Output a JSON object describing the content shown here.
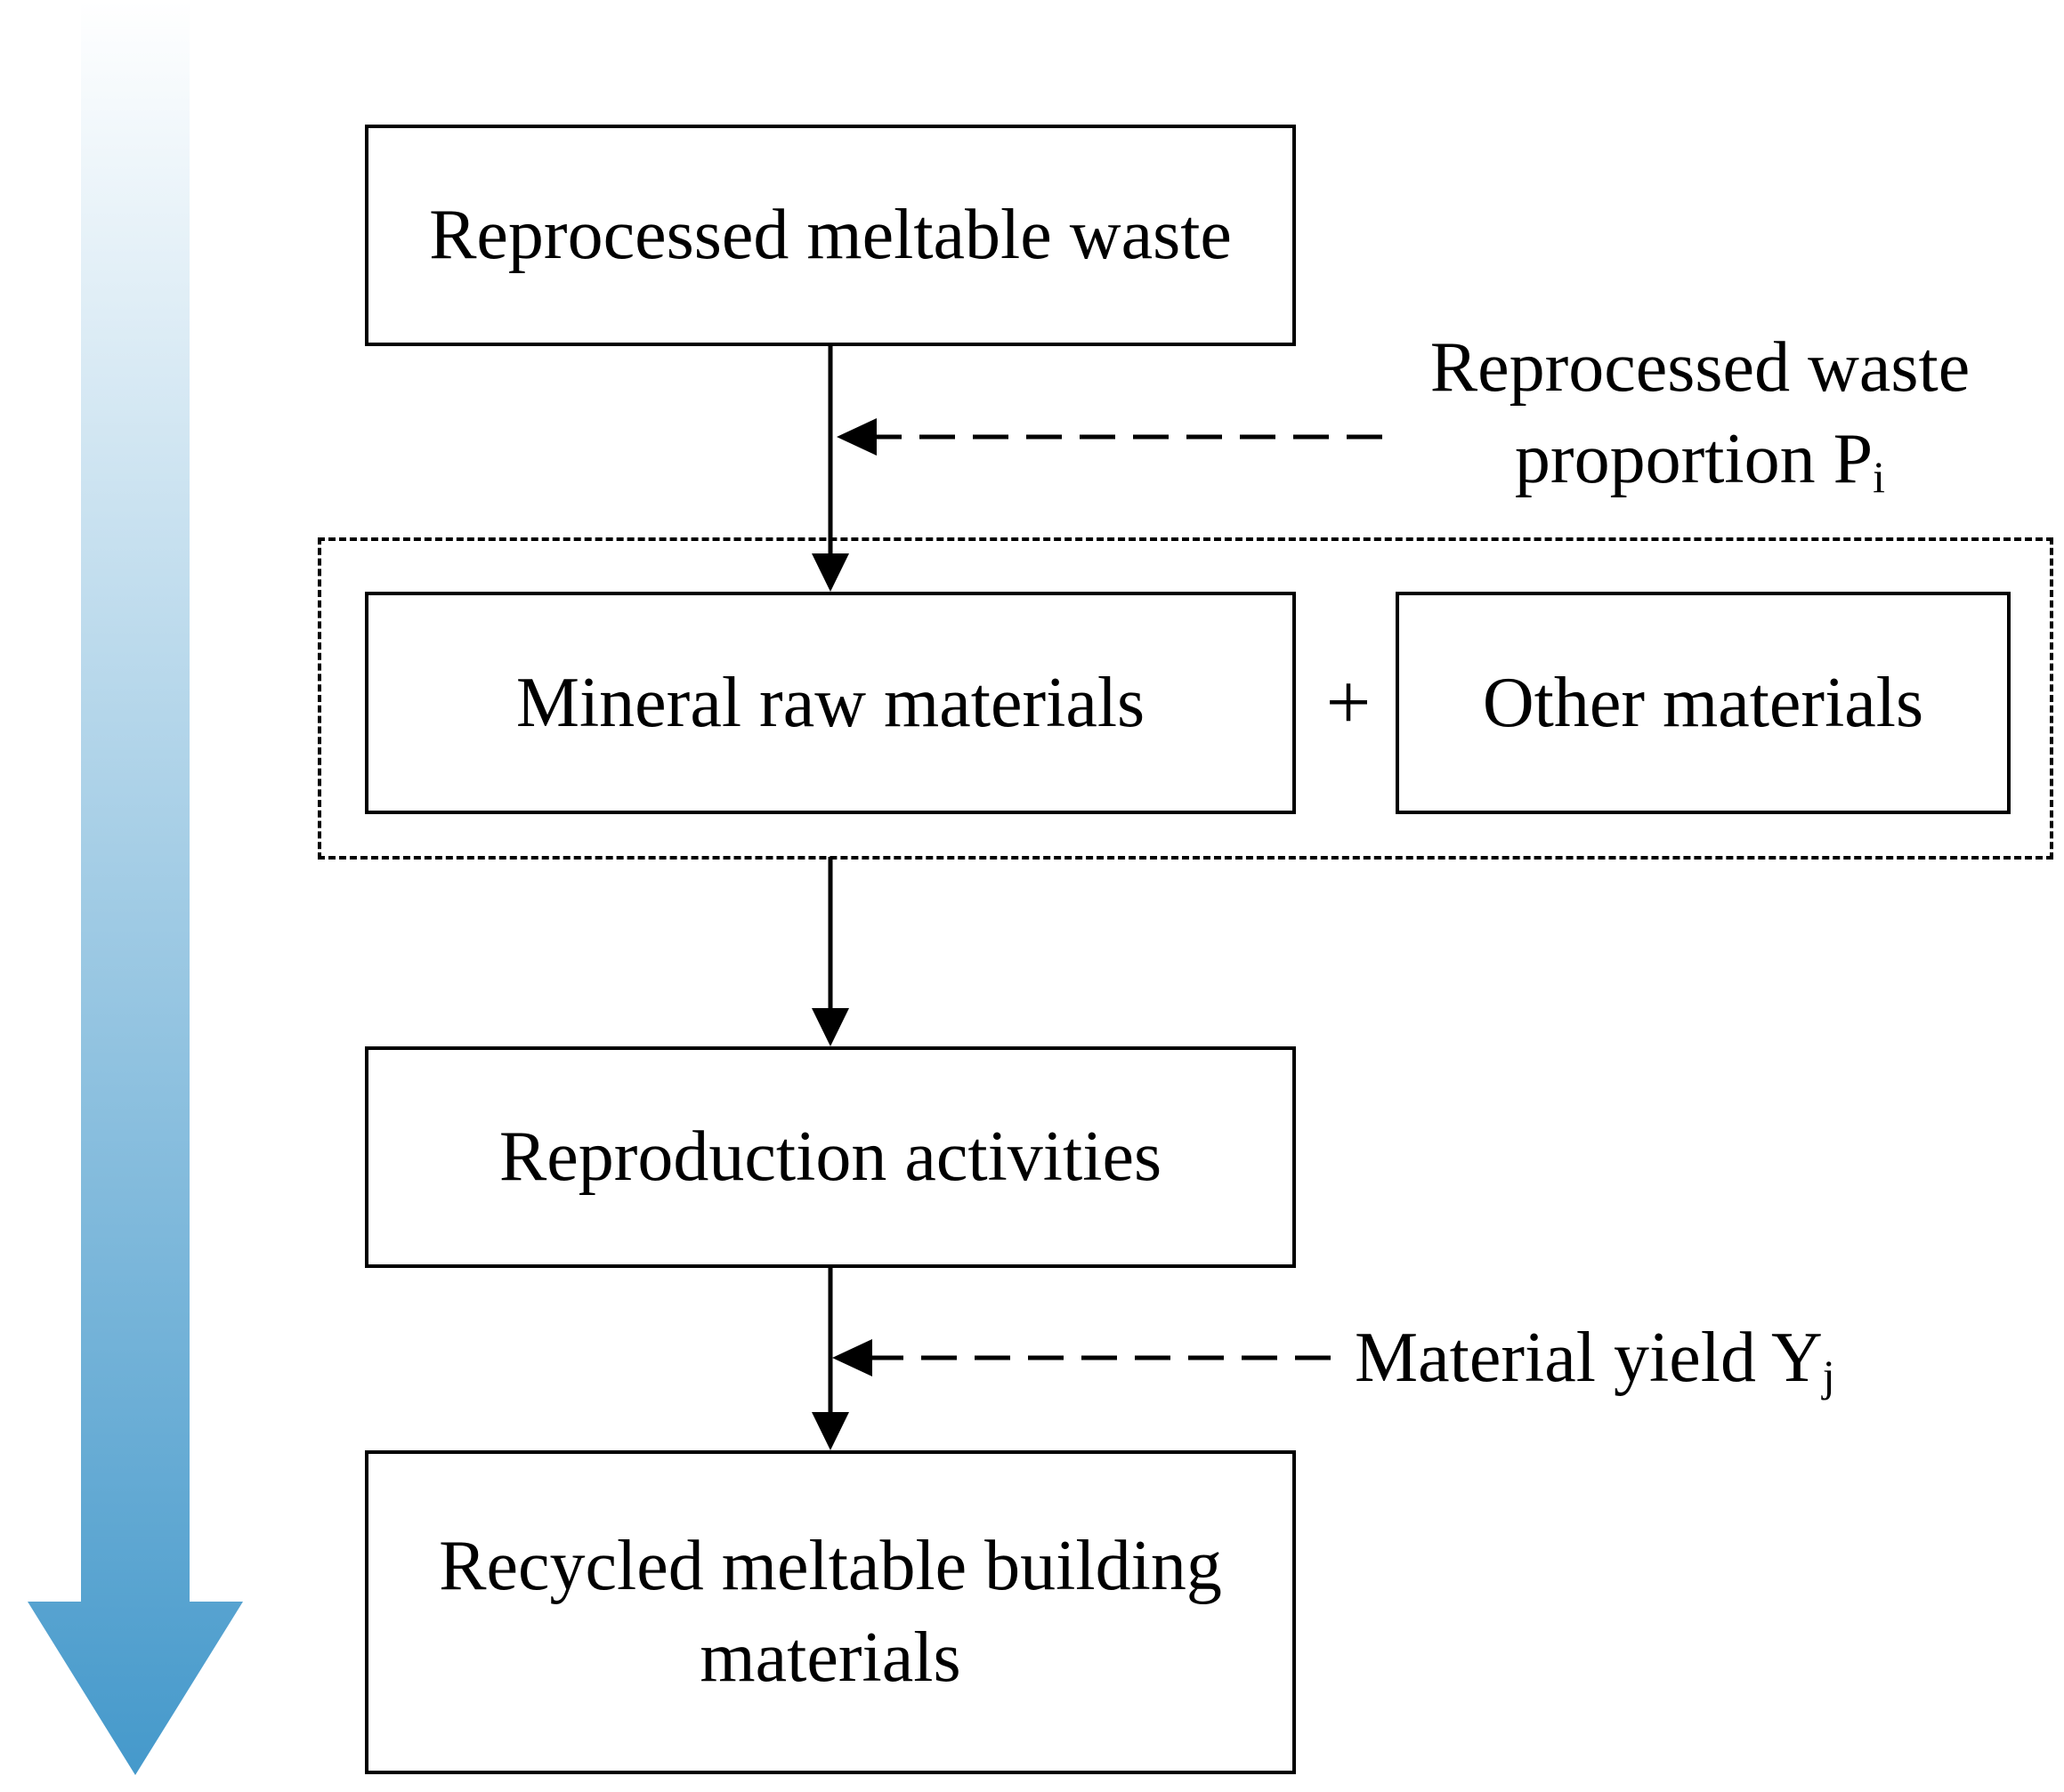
{
  "diagram": {
    "boxes": {
      "reprocessed_meltable_waste": "Reprocessed meltable waste",
      "mineral_raw_materials": "Mineral raw materials",
      "other_materials": "Other materials",
      "reproduction_activities": "Reproduction activities",
      "recycled_meltable_building_materials": "Recycled meltable building materials"
    },
    "operator": "+",
    "annotations": {
      "reprocessed_waste_proportion": {
        "line1": "Reprocessed waste",
        "line2": "proportion P",
        "subscript": "i"
      },
      "material_yield": {
        "text": "Material yield Y",
        "subscript": "j"
      }
    },
    "colors": {
      "stroke": "#000000",
      "flow_arrow_top": "#ffffff",
      "flow_arrow_bottom": "#4599cb"
    }
  }
}
